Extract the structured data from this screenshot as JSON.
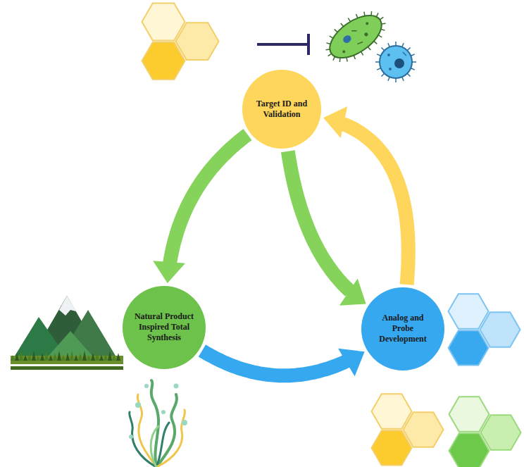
{
  "diagram": {
    "nodes": [
      {
        "text": [
          "Target ID and Validation"
        ]
      },
      {
        "text": [
          "Natural Product Inspired Total Synthesis"
        ]
      },
      {
        "text": [
          "Analog and Probe Development"
        ]
      }
    ],
    "edges": [
      {
        "from": 0,
        "to": 1,
        "arrow": "to"
      },
      {
        "from": 0,
        "to": 2,
        "arrow": "to"
      },
      {
        "from": 2,
        "to": 0,
        "arrow": "to"
      },
      {
        "from": 1,
        "to": 2,
        "arrow": "to"
      }
    ]
  }
}
